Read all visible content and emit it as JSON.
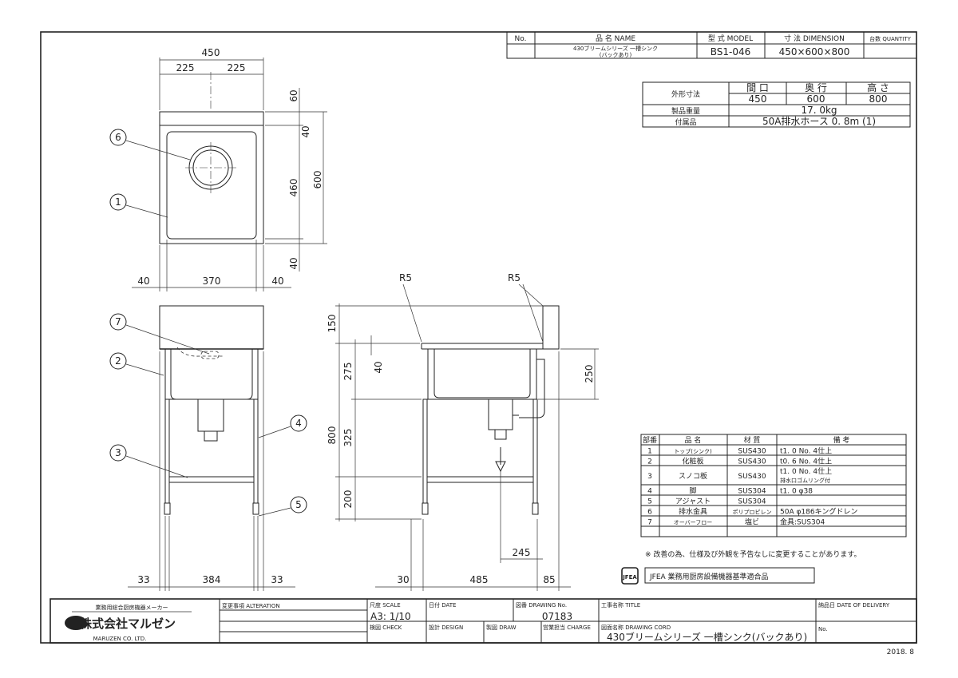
{
  "header": {
    "no_label": "No.",
    "name_label": "品 名 NAME",
    "model_label": "型 式 MODEL",
    "dimension_label": "寸 法 DIMENSION",
    "quantity_label": "台数 QUANTITY",
    "name_line1": "430ブリームシリーズ 一槽シンク",
    "name_line2": "(バックあり)",
    "model": "BS1-046",
    "dimension": "450×600×800"
  },
  "spec": {
    "outer_label": "外形寸法",
    "width_label": "間 口",
    "depth_label": "奥 行",
    "height_label": "高 さ",
    "width": "450",
    "depth": "600",
    "height": "800",
    "weight_label": "製品重量",
    "weight": "17. 0kg",
    "accessory_label": "付属品",
    "accessory": "50A排水ホース 0. 8m (1)"
  },
  "parts": {
    "headers": [
      "部番",
      "品 名",
      "材 質",
      "備 考"
    ],
    "rows": [
      {
        "no": "1",
        "name": "トップ(シンク)",
        "material": "SUS430",
        "note": "t1. 0  No. 4仕上",
        "note2": ""
      },
      {
        "no": "2",
        "name": "化粧板",
        "material": "SUS430",
        "note": "t0. 6  No. 4仕上",
        "note2": ""
      },
      {
        "no": "3",
        "name": "スノコ板",
        "material": "SUS430",
        "note": "t1. 0  No. 4仕上",
        "note2": "排水口ゴムリング付"
      },
      {
        "no": "4",
        "name": "脚",
        "material": "SUS304",
        "note": "t1. 0  φ38",
        "note2": ""
      },
      {
        "no": "5",
        "name": "アジャスト",
        "material": "SUS304",
        "note": "",
        "note2": ""
      },
      {
        "no": "6",
        "name": "排水金具",
        "material": "ポリプロピレン",
        "note": "50A  φ186キングドレン",
        "note2": ""
      },
      {
        "no": "7",
        "name": "オーバーフロー",
        "material": "塩ビ",
        "note": "金具:SUS304",
        "note2": ""
      }
    ]
  },
  "note": "※ 改善の為、仕様及び外観を予告なしに変更することがあります。",
  "jfea": {
    "logo": "JFEA",
    "label": "JFEA 業務用厨房設備機器基準適合品"
  },
  "dims": {
    "top": {
      "w450": "450",
      "w225a": "225",
      "w225b": "225",
      "d60": "60",
      "d40a": "40",
      "d460": "460",
      "d600": "600",
      "d40b": "40",
      "b40a": "40",
      "b370": "370",
      "b40b": "40"
    },
    "front": {
      "b33a": "33",
      "b384": "384",
      "b33b": "33"
    },
    "side": {
      "r5a": "R5",
      "r5b": "R5",
      "h150": "150",
      "h40": "40",
      "h275": "275",
      "h800": "800",
      "h325": "325",
      "h200": "200",
      "h250": "250",
      "b245": "245",
      "b30": "30",
      "b485": "485",
      "b85": "85"
    }
  },
  "balloons": [
    "1",
    "2",
    "3",
    "4",
    "5",
    "6",
    "7"
  ],
  "title_block": {
    "maker_tagline": "業務用総合厨房機器メーカー",
    "company_jp": "株式会社マルゼン",
    "company_en": "MARUZEN CO. LTD.",
    "alteration_label": "変更事項 ALTERATION",
    "scale_label": "尺度 SCALE",
    "scale": "A3: 1/10",
    "date_label": "日付 DATE",
    "drawing_no_label": "図番 DRAWING No.",
    "drawing_no": "07183",
    "title_label": "工事名称 TITLE",
    "delivery_label": "納品日 DATE OF DELIVERY",
    "check_label": "検図 CHECK",
    "design_label": "設計 DESIGN",
    "draw_label": "製図 DRAW",
    "charge_label": "営業担当 CHARGE",
    "drawing_cord_label": "図面名称 DRAWING CORD",
    "drawing_name": "430ブリームシリーズ 一槽シンク(バックあり)",
    "no_label": "No."
  },
  "revision_date": "2018. 8"
}
